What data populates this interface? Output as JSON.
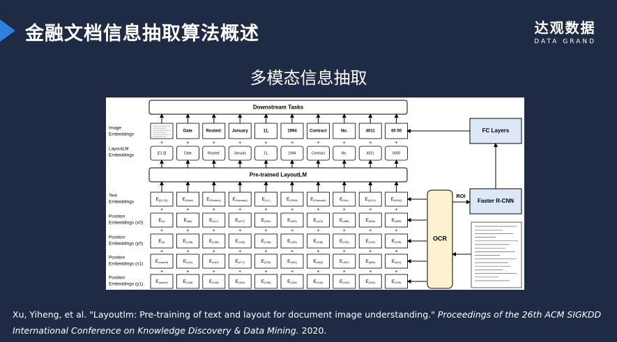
{
  "slide": {
    "title": "金融文档信息抽取算法概述",
    "brand_cn": "达观数据",
    "brand_en": "DATA GRAND",
    "subtitle": "多模态信息抽取"
  },
  "diagram": {
    "downstream": "Downstream Tasks",
    "pretrained": "Pre-trained LayoutLM",
    "fc_layers": "FC Layers",
    "faster_rcnn": "Faster R-CNN",
    "ocr": "OCR",
    "roi": "ROI",
    "row_labels": {
      "image": [
        "Image",
        "Embeddings"
      ],
      "layoutlm": [
        "LayoutLM",
        "Embeddings"
      ],
      "text": [
        "Text",
        "Embeddings"
      ],
      "x0": [
        "Position",
        "Embeddings (x0)"
      ],
      "y0": [
        "Position",
        "Embeddings (y0)"
      ],
      "x1": [
        "Position",
        "Embeddings (x1)"
      ],
      "y1": [
        "Position",
        "Embeddings (y1)"
      ]
    },
    "tokens_image": [
      "",
      "Date",
      "Routed:",
      "January",
      "11,",
      "1994",
      "Contract",
      "No.",
      "4011",
      "00 00"
    ],
    "tokens_layoutlm": [
      "[CLS]",
      "Date",
      "Routed:",
      "January",
      "11,",
      "1994",
      "Contract",
      "No.",
      "4011",
      "0000"
    ],
    "sub_text": [
      "[CLS]",
      "Date",
      "Routed:",
      "January",
      "11,",
      "1994",
      "Contract",
      "No.",
      "4011",
      "0000"
    ],
    "sub_x0": [
      "0",
      "86",
      "117",
      "227",
      "281",
      "303",
      "415",
      "468",
      "556",
      "589"
    ],
    "sub_y0": [
      "0",
      "138",
      "138",
      "138",
      "138",
      "139",
      "138",
      "139",
      "139",
      "139"
    ],
    "sub_x1": [
      "maxW",
      "112",
      "162",
      "277",
      "293",
      "331",
      "464",
      "487",
      "583",
      "621"
    ],
    "sub_y1": [
      "maxH",
      "148",
      "148",
      "153",
      "148",
      "149",
      "149",
      "149",
      "150",
      "150"
    ],
    "embedding_letter": "E",
    "plus_sign": "+"
  },
  "citation": {
    "authors": "Xu, Yiheng, et al. \"Layoutlm: Pre-training of text and layout for document image understanding.\"",
    "venue": "Proceedings of the 26th ACM SIGKDD International Conference on Knowledge Discovery & Data Mining.",
    "year": "2020."
  }
}
